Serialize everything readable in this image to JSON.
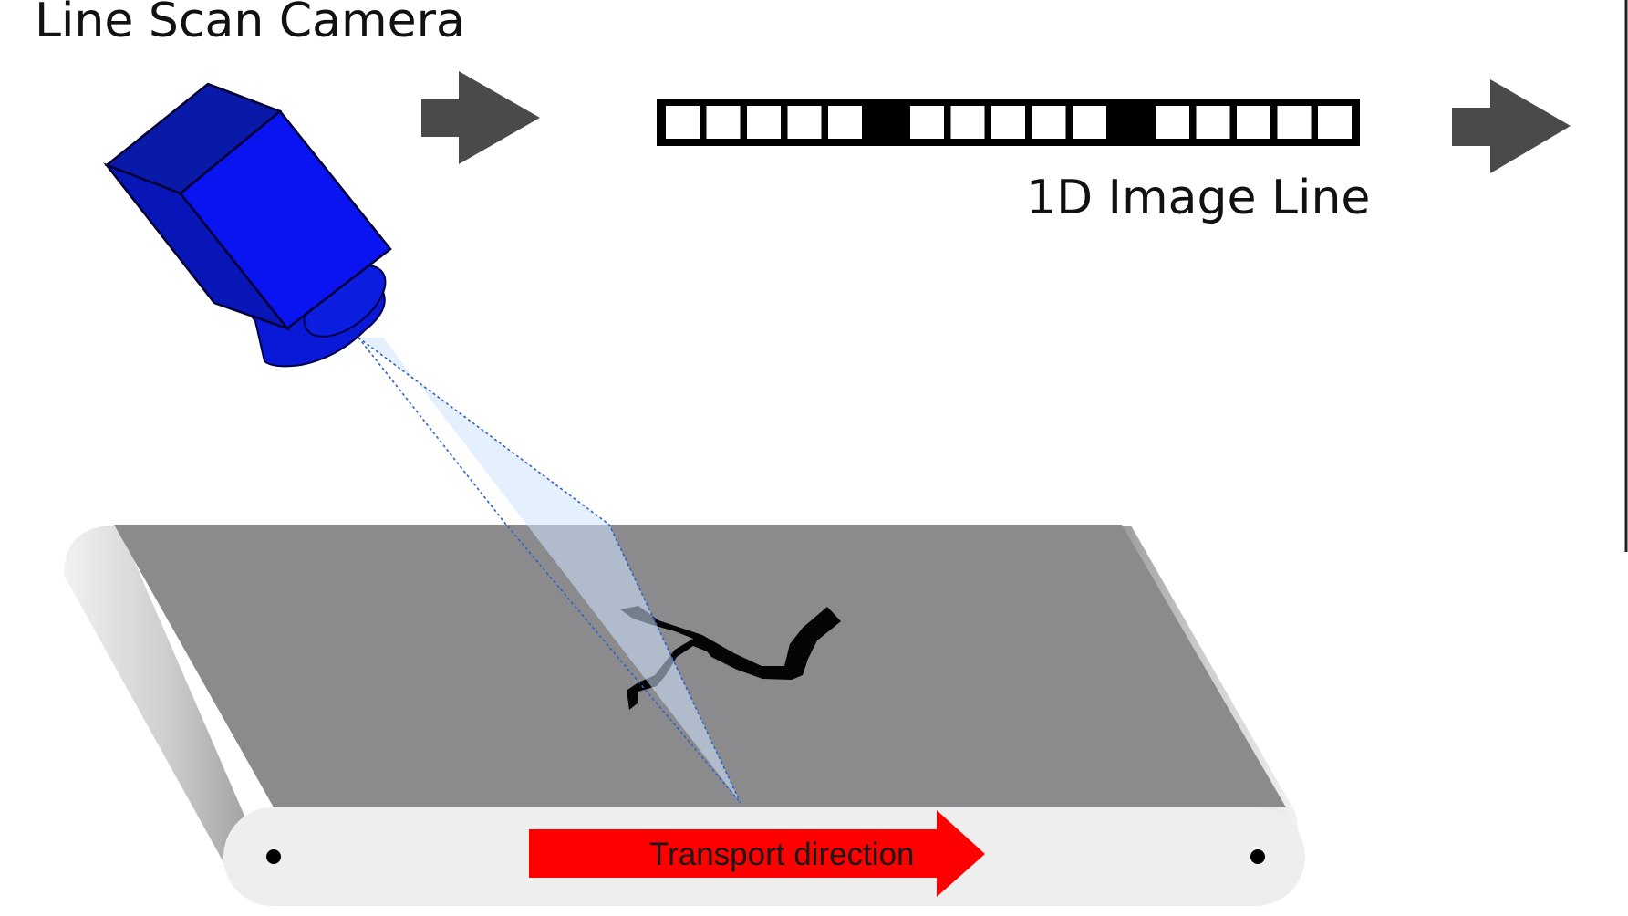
{
  "camera": {
    "title": "Line Scan Camera"
  },
  "image_line": {
    "label": "1D Image Line",
    "groups": [
      {
        "pixels": [
          "white",
          "white",
          "white",
          "white",
          "white"
        ]
      },
      {
        "pixels": [
          "white",
          "white",
          "white",
          "white",
          "white"
        ]
      },
      {
        "pixels": [
          "white",
          "white",
          "white",
          "white",
          "white"
        ]
      }
    ]
  },
  "conveyor": {
    "direction_label": "Transport direction"
  },
  "colors": {
    "camera_body": "#0a14f0",
    "camera_top": "#0a18b0",
    "belt_top": "#8b8b8d",
    "belt_front": "#eeeeee",
    "arrow_gray": "#4a4a4a",
    "transport_arrow": "#ff0000",
    "view_cone": "#cfe3ff"
  }
}
